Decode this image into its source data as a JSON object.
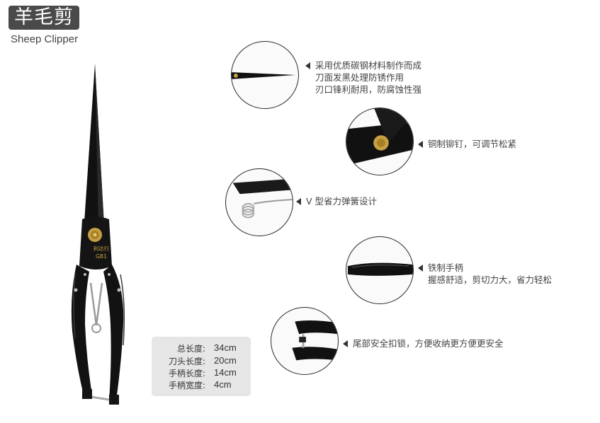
{
  "title": "羊毛剪",
  "subtitle": "Sheep Clipper",
  "product_engraving": [
    "利达行",
    "GB1"
  ],
  "specs": [
    {
      "label": "总长度:",
      "value": "34cm"
    },
    {
      "label": "刀头长度:",
      "value": "20cm"
    },
    {
      "label": "手柄长度:",
      "value": "14cm"
    },
    {
      "label": "手柄宽度:",
      "value": "4cm"
    }
  ],
  "features": [
    {
      "lines": [
        "采用优质碳钢材料制作而成",
        "刀面发黑处理防锈作用",
        "刃口锋利耐用，防腐蚀性强"
      ],
      "image": "blade-tip"
    },
    {
      "lines": [
        "铜制铆钉，可调节松紧"
      ],
      "image": "copper-rivet"
    },
    {
      "lines": [
        "V 型省力弹簧设计"
      ],
      "image": "v-spring"
    },
    {
      "lines": [
        "铁制手柄",
        "握感舒适，剪切力大，省力轻松"
      ],
      "image": "iron-handle"
    },
    {
      "lines": [
        "尾部安全扣锁，方便收纳更方便更安全"
      ],
      "image": "safety-lock"
    }
  ],
  "colors": {
    "badge": "#4a4a4a",
    "steel": "#111111",
    "brass": "#c8a044",
    "spec_bg": "#e6e6e6"
  }
}
